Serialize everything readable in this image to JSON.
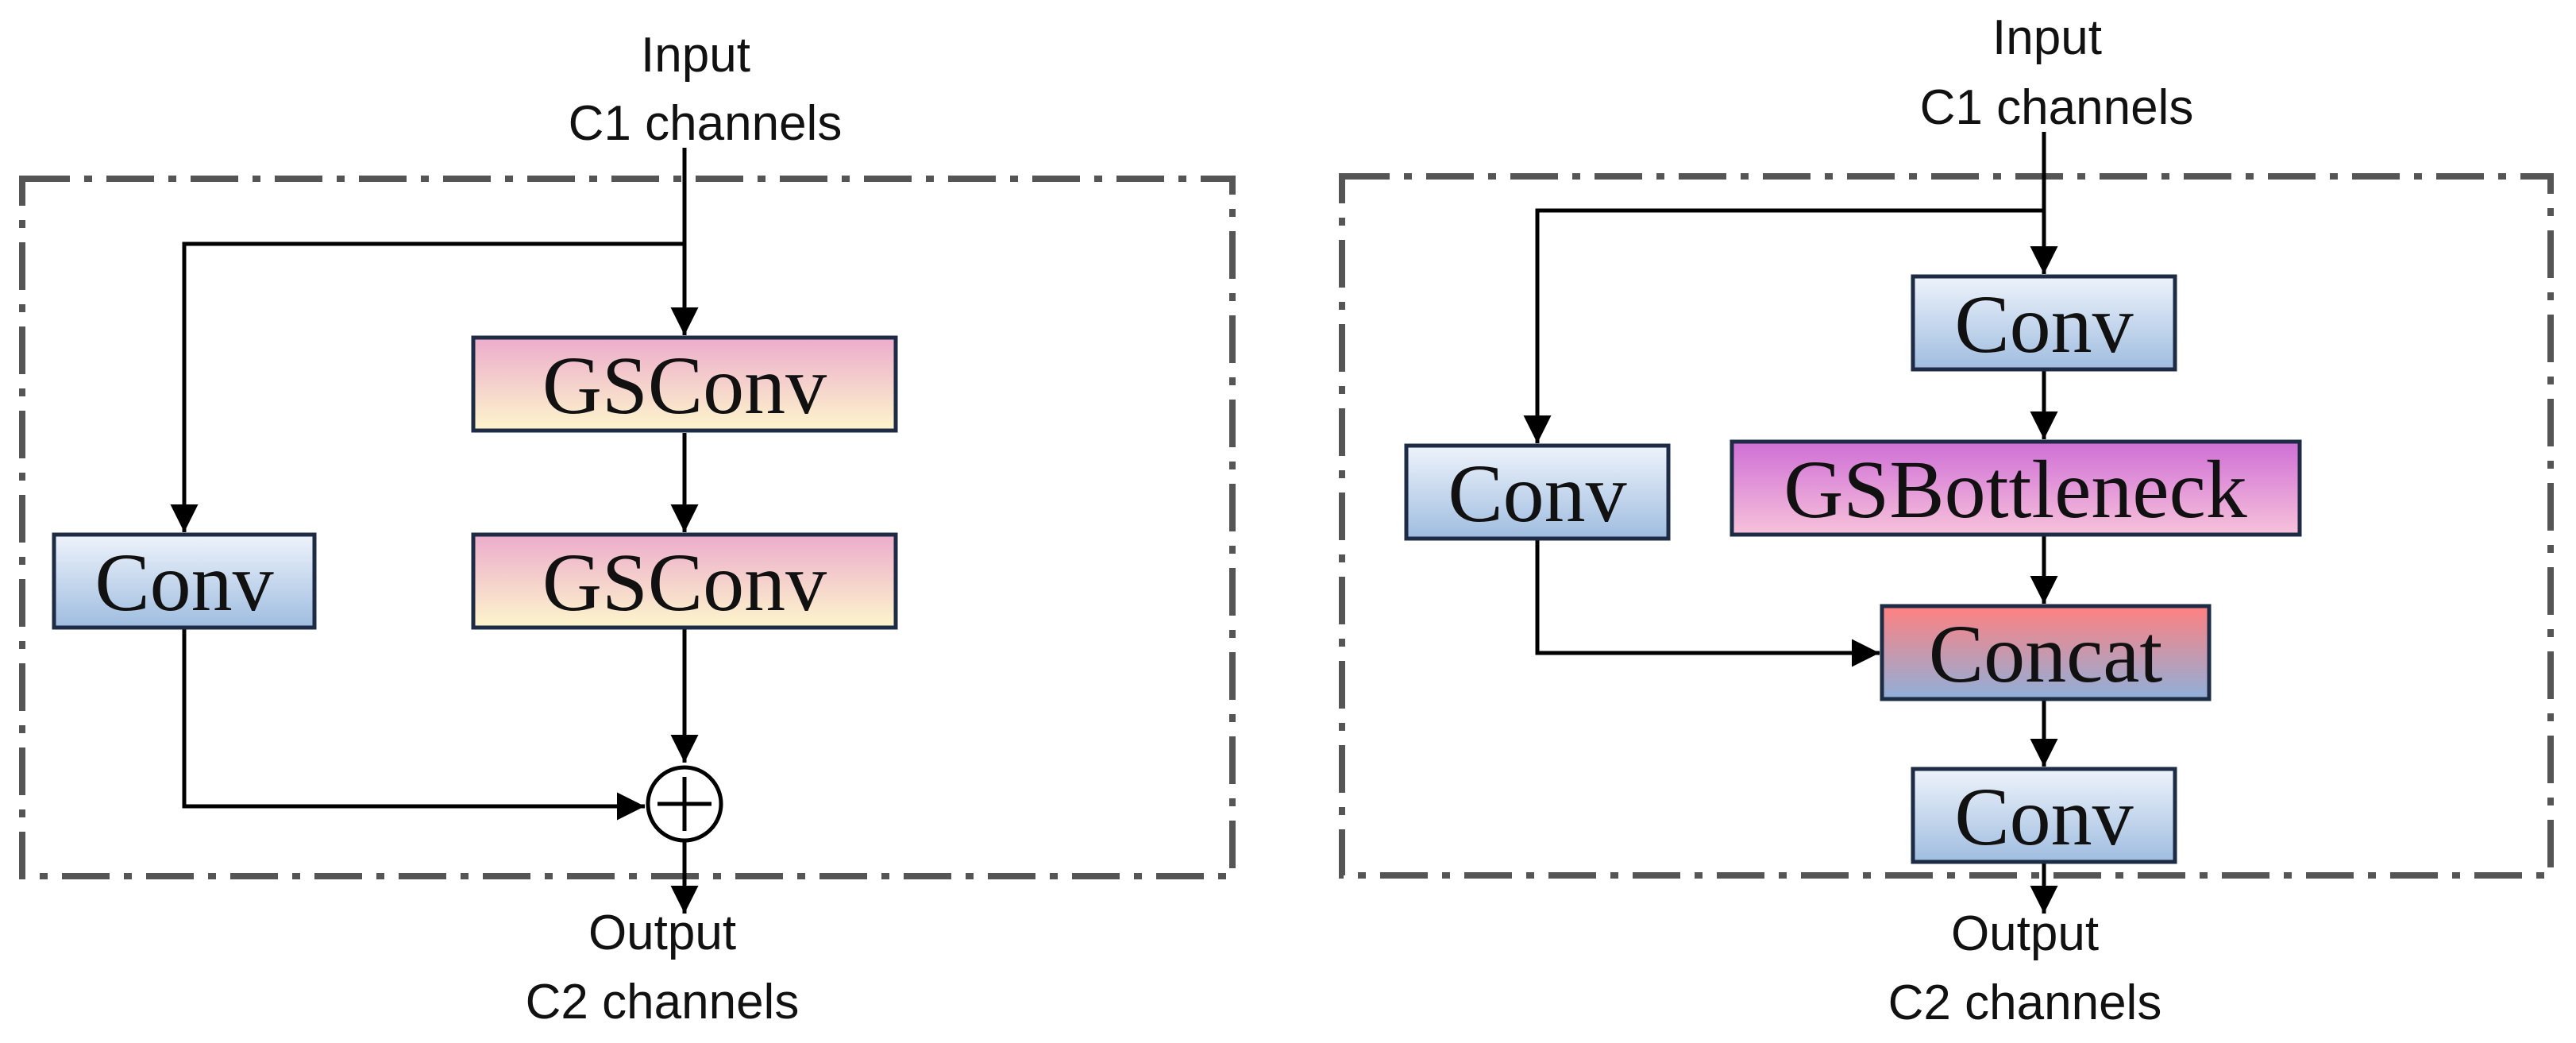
{
  "left_module": {
    "input_label": "Input",
    "input_channels": "C1 channels",
    "gsconv_top": "GSConv",
    "gsconv_bottom": "GSConv",
    "conv": "Conv",
    "add_symbol": "+",
    "output_label": "Output",
    "output_channels": "C2 channels"
  },
  "right_module": {
    "input_label": "Input",
    "input_channels": "C1 channels",
    "conv_top": "Conv",
    "gsbottleneck": "GSBottleneck",
    "conv_side": "Conv",
    "concat": "Concat",
    "conv_bottom": "Conv",
    "output_label": "Output",
    "output_channels": "C2 channels"
  },
  "colors": {
    "conv_gradient": [
      "#eef3fb",
      "#9fbde0"
    ],
    "gsconv_gradient": [
      "#ecaccc",
      "#fdf6cc"
    ],
    "gsbottleneck_gradient": [
      "#cf6fd6",
      "#f7c2da"
    ],
    "concat_gradient": [
      "#ff8080",
      "#8fb0da"
    ],
    "box_border": "#1d2b45",
    "frame": "#555555"
  }
}
